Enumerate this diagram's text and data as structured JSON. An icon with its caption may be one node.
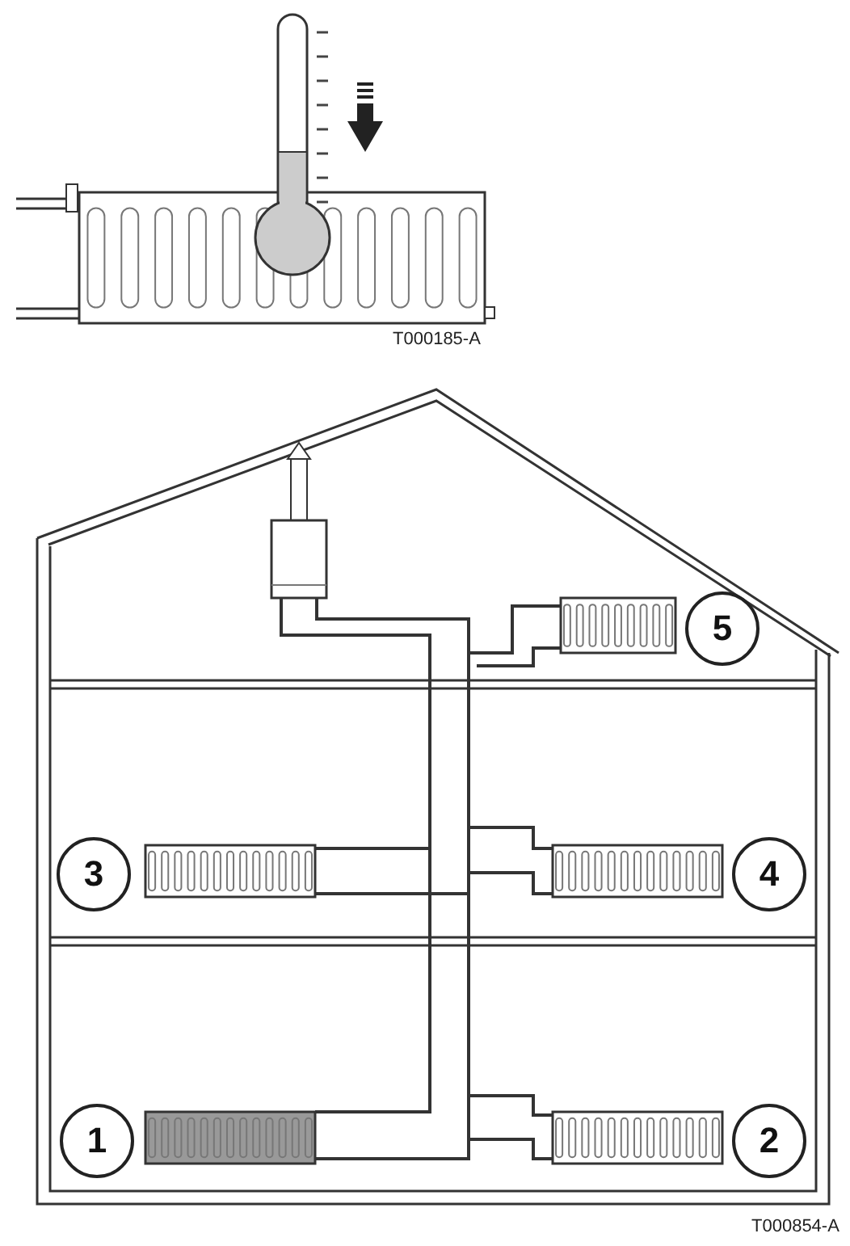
{
  "diagram": {
    "nodes": [
      {
        "text": [
          "5"
        ]
      },
      {
        "text": [
          "3"
        ]
      },
      {
        "text": [
          "4"
        ]
      },
      {
        "text": [
          "1"
        ]
      },
      {
        "text": [
          "2"
        ]
      }
    ],
    "labels": [
      "T000185-A",
      "T000854-A"
    ]
  }
}
